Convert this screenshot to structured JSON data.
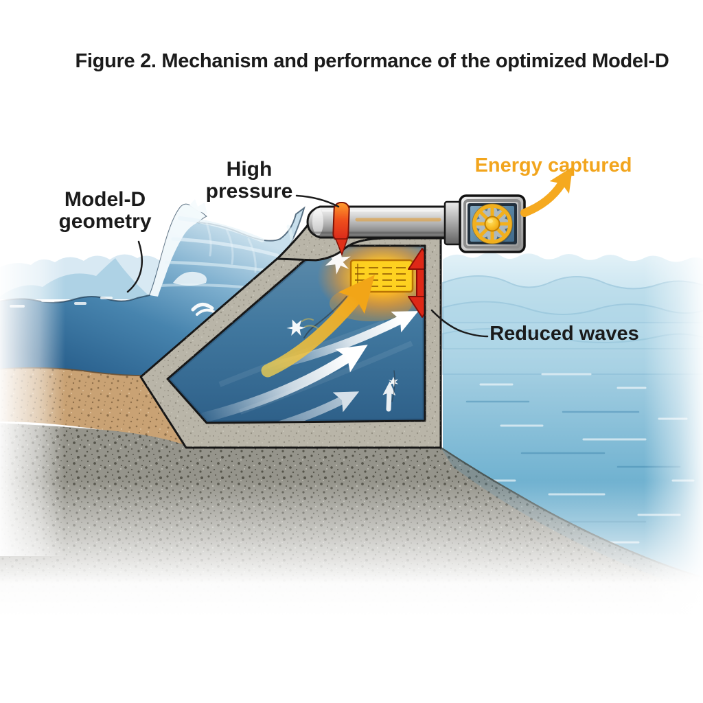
{
  "figure_title": "Figure 2. Mechanism and performance of the optimized Model-D",
  "labels": {
    "geometry_line1": "Model-D",
    "geometry_line2": "geometry",
    "pressure_line1": "High",
    "pressure_line2": "pressure",
    "energy_captured": "Energy captured",
    "reduced_waves": "Reduced waves"
  },
  "colors": {
    "ink": "#1B1B1B",
    "accent": "#F2A51D",
    "red": "#DE2817",
    "turbine_yellow": "#F2B01E",
    "glow_core": "#FFDF49",
    "concrete": "#B9B5A8",
    "pipe_metal": "#C9C9C9",
    "chamber_water": "#44799F",
    "ocean_deep": "#2E6B9C",
    "ocean_light": "#CFE3EE",
    "calm_sea": "#9CCADF",
    "sand": "#C9A274",
    "gravel": "#95948B",
    "foam": "#F6FBFD"
  },
  "icons": {
    "turbine": "turbine-wheel-icon",
    "energy_arrow": "energy-flow-arrow-icon",
    "oscillation_arrow": "vertical-oscillation-arrow-icon",
    "flow_arrow": "upward-flow-arrow-icon",
    "splash": "splash-starburst-icon",
    "gull": "gull-swirl-icon"
  }
}
